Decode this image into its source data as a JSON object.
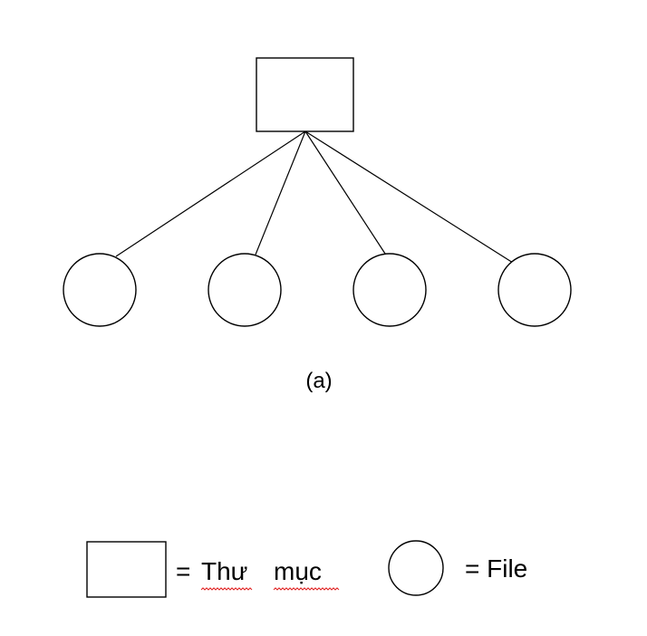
{
  "diagram": {
    "caption": "(a)",
    "root": {
      "kind": "directory"
    },
    "children": [
      {
        "kind": "file"
      },
      {
        "kind": "file"
      },
      {
        "kind": "file"
      },
      {
        "kind": "file"
      }
    ]
  },
  "legend": {
    "directory_equals": "=",
    "directory_word_1": "Thư",
    "directory_word_2": "mục",
    "file_label": "= File"
  },
  "colors": {
    "stroke": "#000000",
    "background": "#ffffff",
    "spellcheck_underline": "#e02020"
  }
}
